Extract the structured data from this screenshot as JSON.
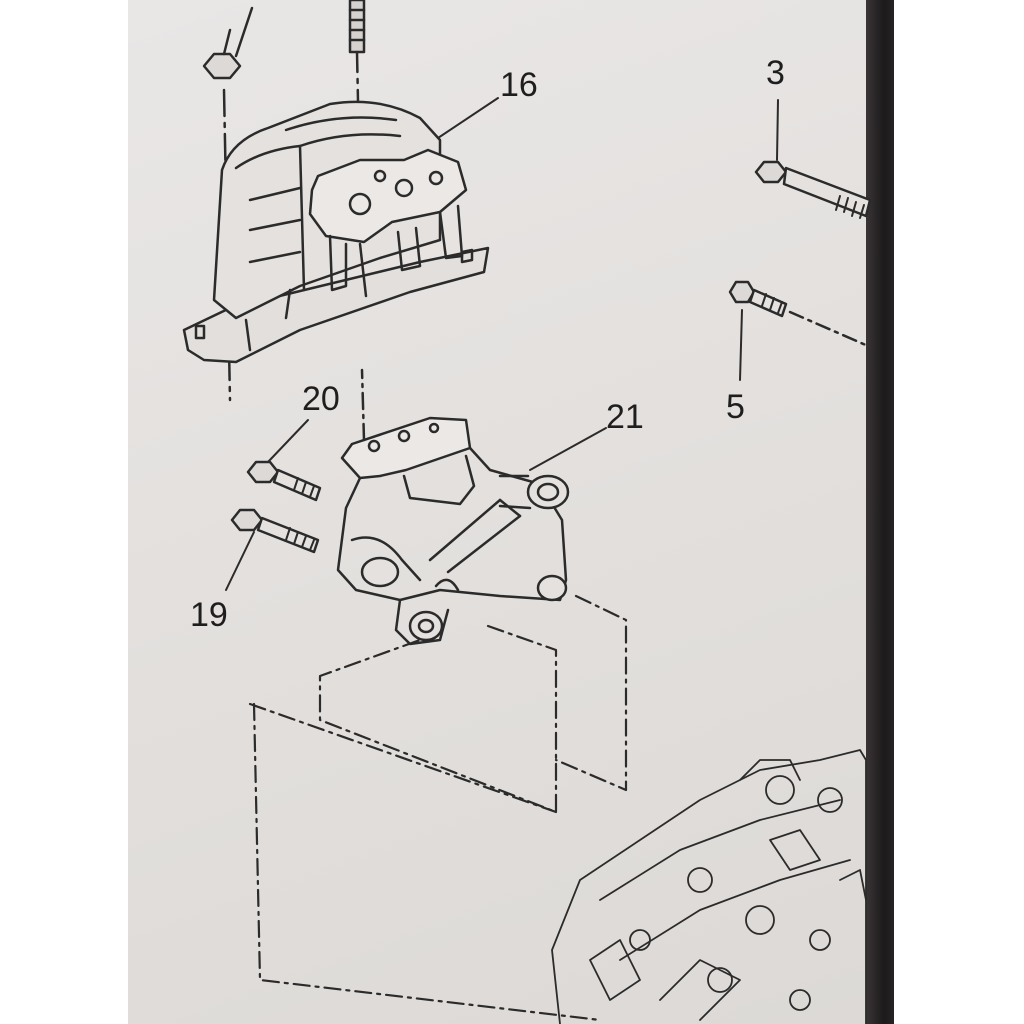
{
  "diagram": {
    "callouts": [
      {
        "id": "c16",
        "text": "16"
      },
      {
        "id": "c3",
        "text": "3"
      },
      {
        "id": "c20",
        "text": "20"
      },
      {
        "id": "c21",
        "text": "21"
      },
      {
        "id": "c5",
        "text": "5"
      },
      {
        "id": "c19",
        "text": "19"
      }
    ]
  },
  "colors": {
    "line": "#2b2b2b",
    "paper": "#e6e3e1",
    "bezel": "#1c1a1b"
  }
}
